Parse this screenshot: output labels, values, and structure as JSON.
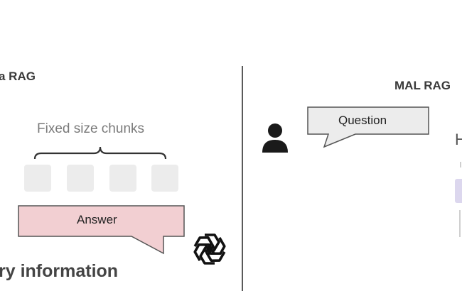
{
  "left_panel": {
    "title": "a RAG",
    "chunks_label": "Fixed size chunks",
    "chunk_count": 4,
    "answer_label": "Answer",
    "bottom_text": "ry information",
    "colors": {
      "answer_fill": "#f2cfd2",
      "chunk_fill": "#ececec"
    },
    "icons": [
      "curly-brace-icon",
      "openai-logo-icon"
    ]
  },
  "right_panel": {
    "title": "MAL RAG",
    "question_label": "Question",
    "partial_text": "H",
    "colors": {
      "question_fill": "#ececec",
      "accent_box": "#dcd7ee"
    },
    "icons": [
      "user-icon"
    ]
  }
}
